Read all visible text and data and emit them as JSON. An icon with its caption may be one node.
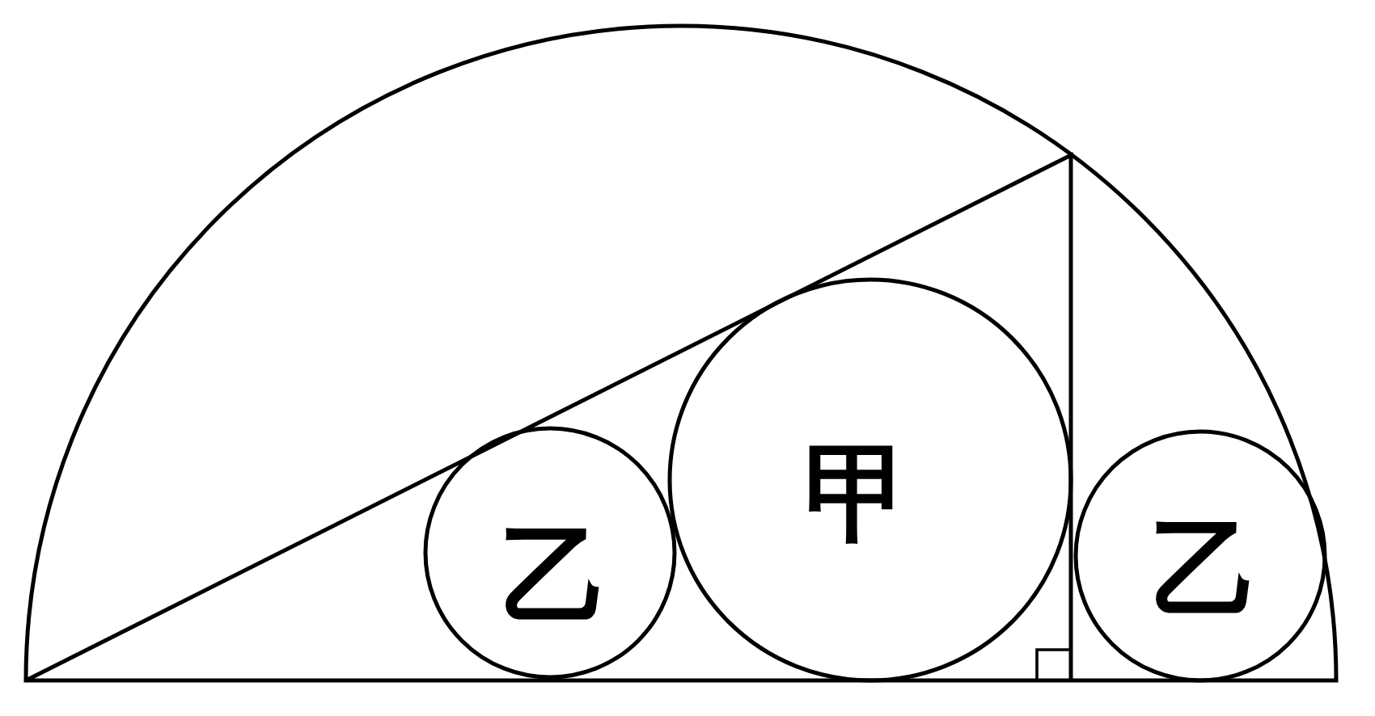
{
  "diagram": {
    "nodes": [
      {
        "text": [
          "乙"
        ]
      },
      {
        "text": [
          "甲"
        ]
      },
      {
        "text": [
          "乙"
        ]
      }
    ]
  }
}
